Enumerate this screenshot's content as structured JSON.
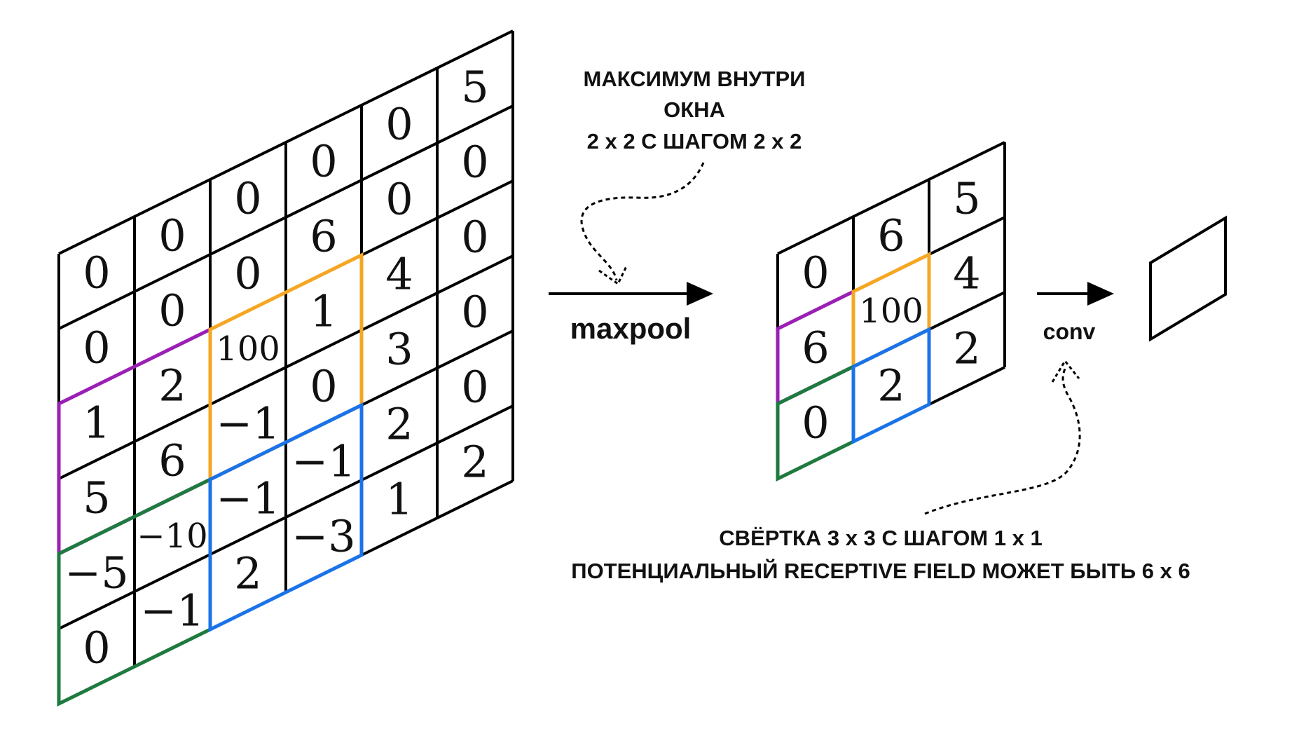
{
  "input_grid": {
    "rows": [
      [
        "0",
        "0",
        "0",
        "0",
        "0",
        "5"
      ],
      [
        "0",
        "0",
        "0",
        "6",
        "0",
        "0"
      ],
      [
        "1",
        "2",
        "100",
        "1",
        "4",
        "0"
      ],
      [
        "5",
        "6",
        "−1",
        "0",
        "3",
        "0"
      ],
      [
        "−5",
        "−10",
        "−1",
        "−1",
        "2",
        "0"
      ],
      [
        "0",
        "−1",
        "2",
        "−3",
        "1",
        "2"
      ]
    ]
  },
  "output_grid": {
    "rows": [
      [
        "0",
        "6",
        "5"
      ],
      [
        "6",
        "100",
        "4"
      ],
      [
        "0",
        "2",
        "2"
      ]
    ]
  },
  "maxpool": {
    "label": "maxpool",
    "note_lines": [
      "МАКСИМУМ ВНУТРИ",
      "ОКНА",
      "2 x 2 С ШАГОМ 2 x 2"
    ]
  },
  "conv": {
    "label": "conv",
    "note_lines": [
      "СВЁРТКА 3 x 3 С ШАГОМ 1 x 1",
      "ПОТЕНЦИАЛЬНЫЙ RECEPTIVE FIELD МОЖЕТ БЫТЬ 6 x 6"
    ]
  },
  "highlight_colors": {
    "purple": "#9b1fb5",
    "orange": "#f5a623",
    "blue": "#1a73e8",
    "green": "#1e7a3f"
  }
}
